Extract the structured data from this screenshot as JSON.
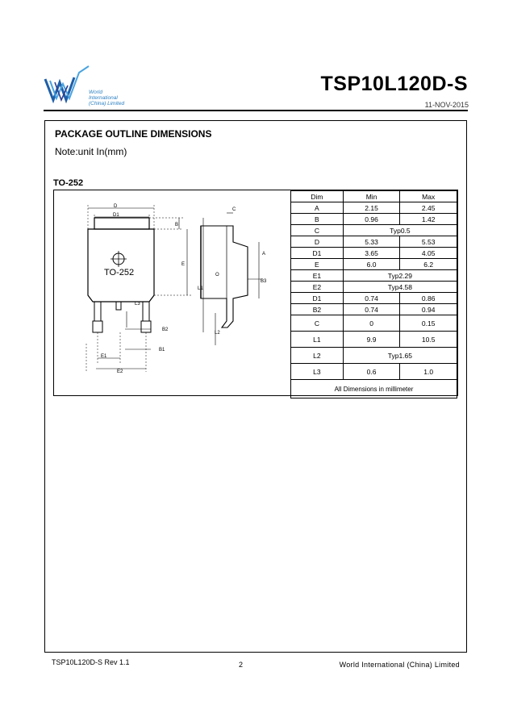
{
  "header": {
    "company_logo_lines": [
      "World",
      "International",
      "(China) Limited"
    ],
    "part_number": "TSP10L120D-S",
    "date": "11-NOV-2015"
  },
  "section": {
    "title": "PACKAGE OUTLINE DIMENSIONS",
    "note": "Note:unit In(mm)",
    "package_name": "TO-252"
  },
  "drawing": {
    "body_marking": "TO-252",
    "labels": {
      "D": "D",
      "D1": "D1",
      "B": "B",
      "E": "E",
      "L1": "L1",
      "L3": "L3",
      "B2": "B2",
      "B1": "B1",
      "E1": "E1",
      "E2": "E2",
      "C": "C",
      "A": "A",
      "O": "O",
      "B3": "B3",
      "L2": "L2"
    }
  },
  "table": {
    "headers": [
      "Dim",
      "Min",
      "Max"
    ],
    "rows": [
      {
        "dim": "A",
        "min": "2.15",
        "max": "2.45"
      },
      {
        "dim": "B",
        "min": "0.96",
        "max": "1.42"
      },
      {
        "dim": "C",
        "typ": "Typ0.5"
      },
      {
        "dim": "D",
        "min": "5.33",
        "max": "5.53"
      },
      {
        "dim": "D1",
        "min": "3.65",
        "max": "4.05"
      },
      {
        "dim": "E",
        "min": "6.0",
        "max": "6.2"
      },
      {
        "dim": "E1",
        "typ": "Typ2.29"
      },
      {
        "dim": "E2",
        "typ": "Typ4.58"
      },
      {
        "dim": "D1",
        "min": "0.74",
        "max": "0.86"
      },
      {
        "dim": "B2",
        "min": "0.74",
        "max": "0.94"
      },
      {
        "dim": "C",
        "min": "0",
        "max": "0.15"
      },
      {
        "dim": "L1",
        "min": "9.9",
        "max": "10.5"
      },
      {
        "dim": "L2",
        "typ": "Typ1.65"
      },
      {
        "dim": "L3",
        "min": "0.6",
        "max": "1.0"
      }
    ],
    "footer": "All Dimensions in millimeter"
  },
  "footer": {
    "revision": "TSP10L120D-S Rev 1.1",
    "page": "2",
    "company": "World  International  (China)  Limited"
  }
}
